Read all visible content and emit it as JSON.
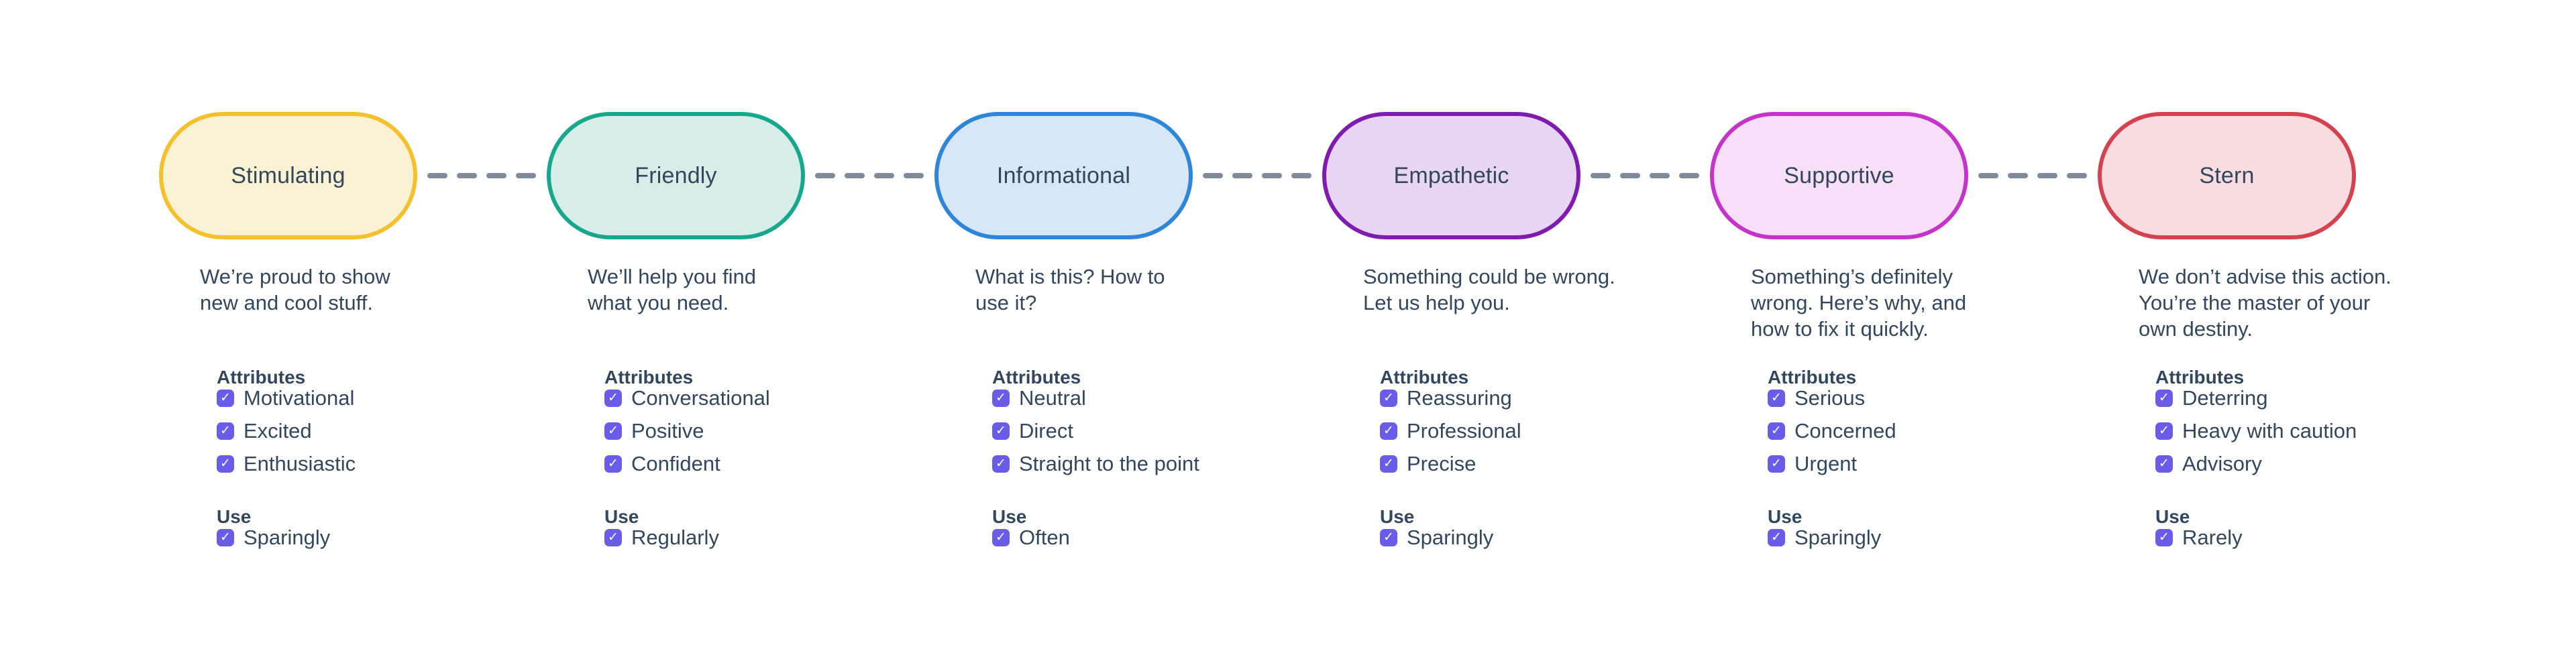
{
  "theme": {
    "background_color": "#FFFFFF",
    "text_color": "#33475C",
    "checkbox_color": "#685CE8",
    "checkmark": "✓",
    "connector_color": "#7E8C9A"
  },
  "columns": [
    {
      "label": "Stimulating",
      "border_color": "#F5C02E",
      "fill_color": "#FBF1D3",
      "description": "We’re proud to show\nnew and cool stuff.",
      "attributes_title": "Attributes",
      "attributes": [
        "Motivational",
        "Excited",
        "Enthusiastic"
      ],
      "use_title": "Use",
      "use": "Sparingly"
    },
    {
      "label": "Friendly",
      "border_color": "#17A78C",
      "fill_color": "#D7EEE8",
      "description": "We’ll help you find\nwhat you need.",
      "attributes_title": "Attributes",
      "attributes": [
        "Conversational",
        "Positive",
        "Confident"
      ],
      "use_title": "Use",
      "use": "Regularly"
    },
    {
      "label": "Informational",
      "border_color": "#2E86D8",
      "fill_color": "#D8E7F6",
      "description": "What is this? How to\nuse it?",
      "attributes_title": "Attributes",
      "attributes": [
        "Neutral",
        "Direct",
        "Straight to the point"
      ],
      "use_title": "Use",
      "use": "Often"
    },
    {
      "label": "Empathetic",
      "border_color": "#7E1CB0",
      "fill_color": "#E7D5F3",
      "description": "Something could be wrong.\nLet us help you.",
      "attributes_title": "Attributes",
      "attributes": [
        "Reassuring",
        "Professional",
        "Precise"
      ],
      "use_title": "Use",
      "use": "Sparingly"
    },
    {
      "label": "Supportive",
      "border_color": "#C434C9",
      "fill_color": "#F6DFF7",
      "description": "Something’s definitely\nwrong. Here’s why, and\nhow to fix it quickly.",
      "attributes_title": "Attributes",
      "attributes": [
        "Serious",
        "Concerned",
        "Urgent"
      ],
      "use_title": "Use",
      "use": "Sparingly"
    },
    {
      "label": "Stern",
      "border_color": "#D4414F",
      "fill_color": "#F8DCDF",
      "description": "We don’t advise this action.\nYou’re the master of your\nown destiny.",
      "attributes_title": "Attributes",
      "attributes": [
        "Deterring",
        "Heavy with caution",
        "Advisory"
      ],
      "use_title": "Use",
      "use": "Rarely"
    }
  ]
}
